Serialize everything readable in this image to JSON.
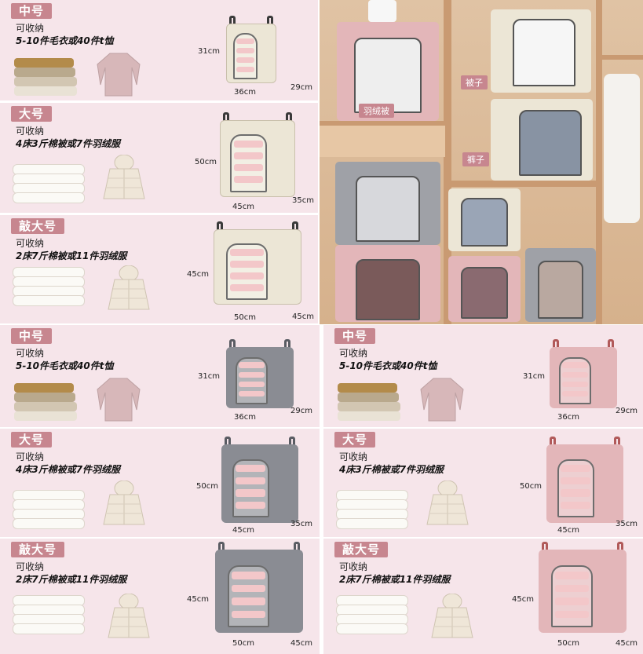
{
  "colors": {
    "panel_bg": "#f6e5ea",
    "badge_bg": "#c7868f",
    "beige_box": "#ece6d6",
    "grey_box": "#8a8c93",
    "pink_box": "#e3b6b9"
  },
  "sizes": {
    "medium": {
      "badge": "中号",
      "cap1": "可收纳",
      "cap2": "5-10件毛衣或40件t恤",
      "h": "31cm",
      "w": "36cm",
      "d": "29cm"
    },
    "large": {
      "badge": "大号",
      "cap1": "可收纳",
      "cap2": "4床3斤棉被或7件羽绒服",
      "h": "50cm",
      "w": "45cm",
      "d": "35cm"
    },
    "xlarge": {
      "badge": "敲大号",
      "cap1": "可收纳",
      "cap2": "2床7斤棉被或11件羽绒服",
      "h": "45cm",
      "w": "50cm",
      "d": "45cm"
    }
  },
  "photo": {
    "labels": {
      "down": "羽绒被",
      "quilt": "被子",
      "pants": "裤子"
    }
  }
}
